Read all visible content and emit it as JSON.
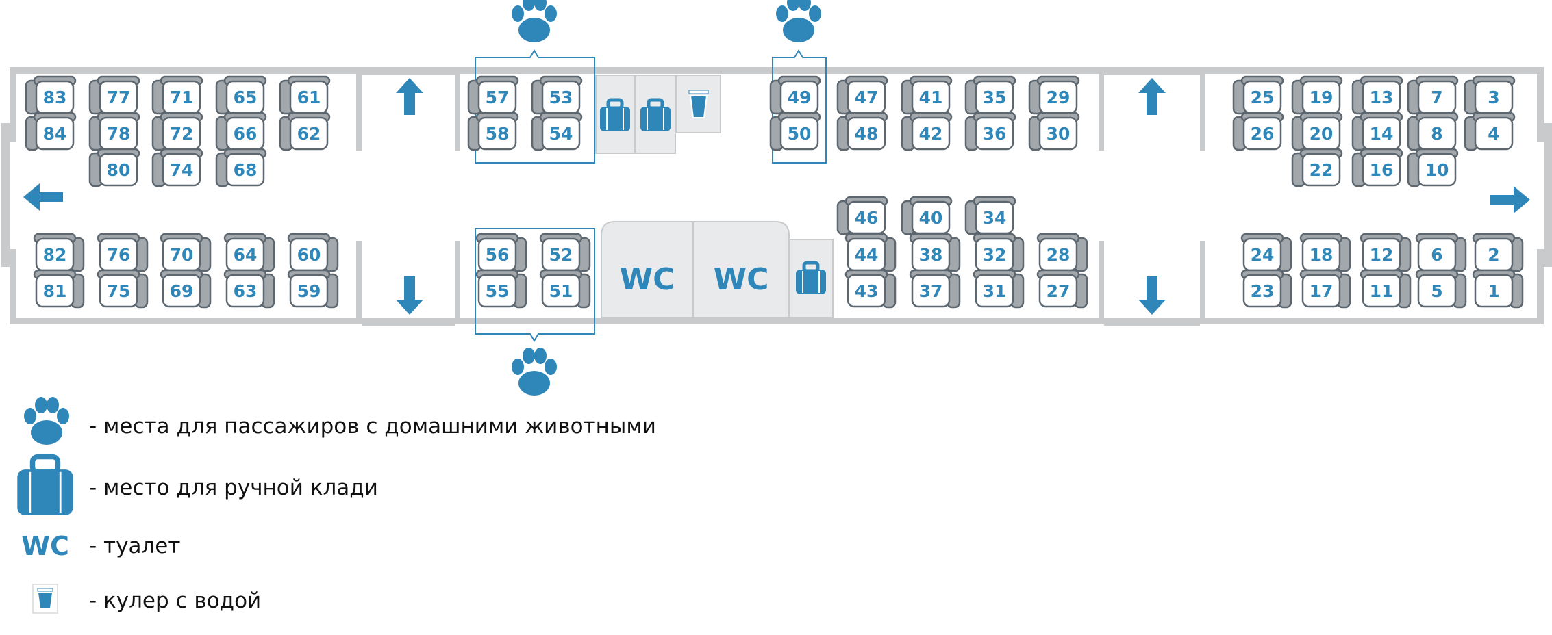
{
  "colors": {
    "accent": "#2f86b9",
    "wall": "#c8cacc",
    "seat_outline": "#5d6770",
    "seat_back": "#a3a8ad",
    "fixture": "#e8eaec"
  },
  "icons": {
    "pet": "paw-icon",
    "luggage": "suitcase-icon",
    "toilet": "wc-label",
    "water": "water-cooler-icon",
    "exit": "arrow-icon"
  },
  "wc_label": "WC",
  "seats": {
    "top_row_1": [
      "83",
      "77",
      "71",
      "65",
      "61",
      "57",
      "53",
      "49",
      "47",
      "41",
      "35",
      "29",
      "25",
      "19",
      "13",
      "7",
      "3"
    ],
    "top_row_2": [
      "84",
      "78",
      "72",
      "66",
      "62",
      "58",
      "54",
      "50",
      "48",
      "42",
      "36",
      "30",
      "26",
      "20",
      "14",
      "8",
      "4"
    ],
    "top_row_3": [
      "80",
      "74",
      "68",
      "22",
      "16",
      "10"
    ],
    "bottom_row_0": [
      "46",
      "40",
      "34"
    ],
    "bottom_row_1": [
      "82",
      "76",
      "70",
      "64",
      "60",
      "56",
      "52",
      "44",
      "38",
      "32",
      "28",
      "24",
      "18",
      "12",
      "6",
      "2"
    ],
    "bottom_row_2": [
      "81",
      "75",
      "69",
      "63",
      "59",
      "55",
      "51",
      "43",
      "37",
      "31",
      "27",
      "23",
      "17",
      "11",
      "5",
      "1"
    ]
  },
  "pet_zones": [
    [
      "57",
      "53",
      "58",
      "54"
    ],
    [
      "49",
      "50"
    ],
    [
      "56",
      "52",
      "55",
      "51"
    ]
  ],
  "legend": {
    "pet": "- места для пассажиров с домашними животными",
    "luggage": "- место для ручной клади",
    "wc": "- туалет",
    "water": "- кулер с водой"
  }
}
